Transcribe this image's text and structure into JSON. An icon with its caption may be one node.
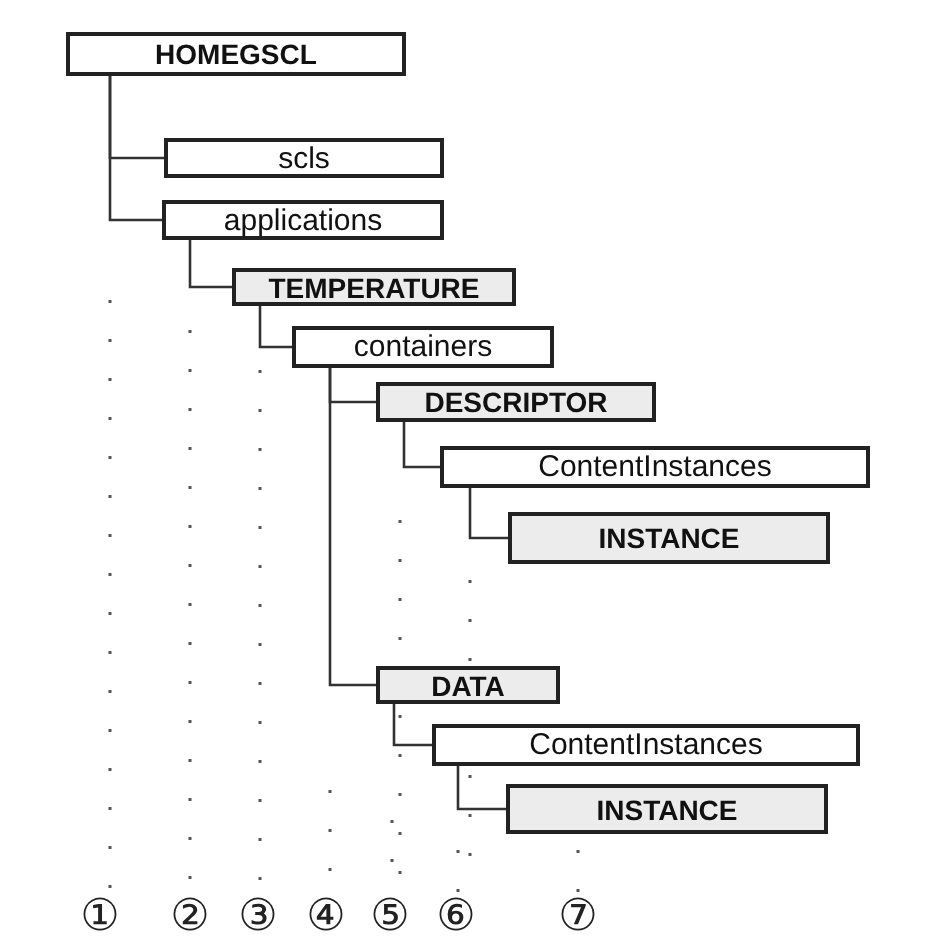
{
  "diagram": {
    "nodes": [
      {
        "text": [
          "HOMEGSCL"
        ]
      },
      {
        "text": [
          "scls"
        ]
      },
      {
        "text": [
          "applications"
        ]
      },
      {
        "text": [
          "TEMPERATURE"
        ]
      },
      {
        "text": [
          "containers"
        ]
      },
      {
        "text": [
          "DESCRIPTOR"
        ]
      },
      {
        "text": [
          "ContentInstances"
        ]
      },
      {
        "text": [
          "INSTANCE"
        ]
      },
      {
        "text": [
          "DATA"
        ]
      },
      {
        "text": [
          "ContentInstances"
        ]
      },
      {
        "text": [
          "INSTANCE"
        ]
      }
    ],
    "edges": [
      {
        "from": 0,
        "to": 1,
        "arrow": "none"
      },
      {
        "from": 0,
        "to": 2,
        "arrow": "none"
      },
      {
        "from": 2,
        "to": 3,
        "arrow": "none"
      },
      {
        "from": 3,
        "to": 4,
        "arrow": "none"
      },
      {
        "from": 4,
        "to": 5,
        "arrow": "none"
      },
      {
        "from": 4,
        "to": 8,
        "arrow": "none"
      },
      {
        "from": 5,
        "to": 6,
        "arrow": "none"
      },
      {
        "from": 6,
        "to": 7,
        "arrow": "none"
      },
      {
        "from": 8,
        "to": 9,
        "arrow": "none"
      },
      {
        "from": 9,
        "to": 10,
        "arrow": "none"
      }
    ],
    "labels": [
      "①",
      "②",
      "③",
      "④",
      "⑤",
      "⑥",
      "⑦"
    ]
  }
}
